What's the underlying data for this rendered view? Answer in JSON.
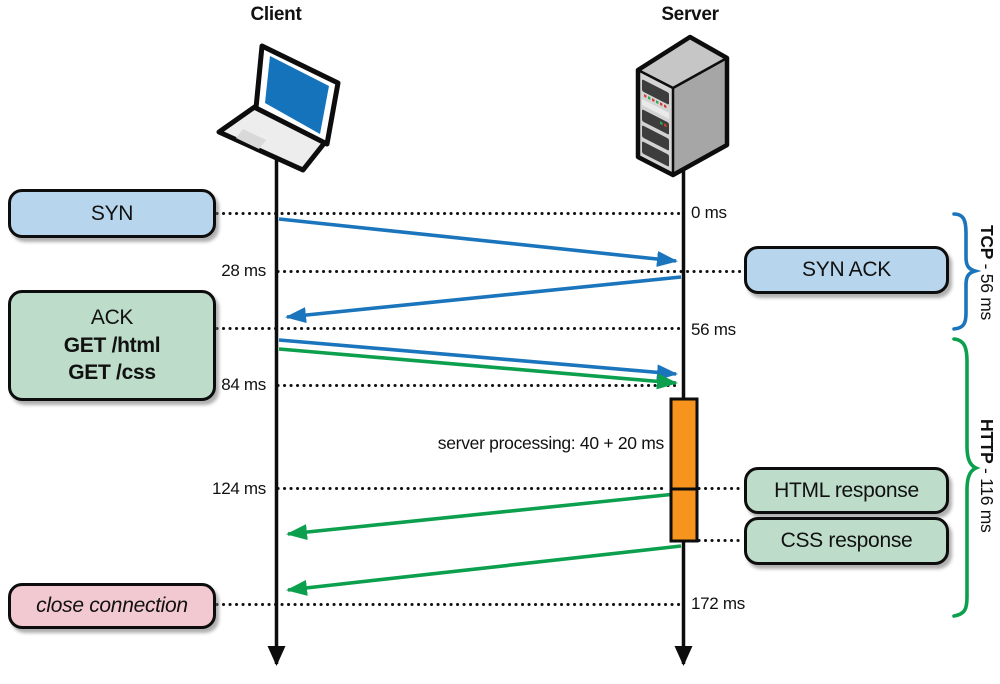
{
  "diagram": {
    "actors": {
      "client": "Client",
      "server": "Server"
    },
    "boxes": {
      "syn": "SYN",
      "syn_ack": "SYN ACK",
      "ack": "ACK",
      "get_html": "GET /html",
      "get_css": "GET /css",
      "html_response": "HTML response",
      "css_response": "CSS response",
      "close_connection": "close connection"
    },
    "timestamps": {
      "t0": "0 ms",
      "t28": "28 ms",
      "t56": "56 ms",
      "t84": "84 ms",
      "t124": "124 ms",
      "t172": "172 ms"
    },
    "annotations": {
      "server_processing": "server processing: 40 + 20 ms",
      "tcp_brace": {
        "bold": "TCP",
        "rest": " - 56 ms"
      },
      "http_brace": {
        "bold": "HTTP",
        "rest": " - 116 ms"
      }
    },
    "icons": {
      "client": "laptop-icon",
      "server": "server-tower-icon"
    },
    "colors": {
      "blue_box": "#B7D5EC",
      "green_box": "#BDDCC9",
      "pink_box": "#F2C9D0",
      "orange_bar": "#F7941E",
      "arrow_blue": "#1B75BC",
      "arrow_green": "#0CA04E"
    }
  }
}
